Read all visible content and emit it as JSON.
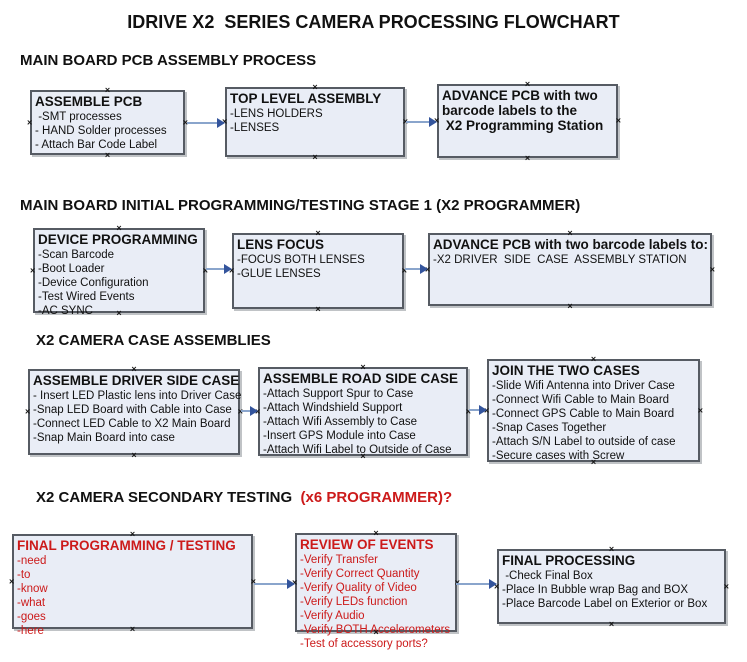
{
  "title": "IDRIVE X2  SERIES CAMERA PROCESSING FLOWCHART",
  "icons": {
    "anchor": "×",
    "arrowhead": "right-arrowhead"
  },
  "colors": {
    "box_fill": "#e9edf6",
    "box_border": "#565b63",
    "arrow_line": "#8aa5cc",
    "arrow_head": "#33549c",
    "red_text": "#cc1a1a",
    "black_text": "#111111"
  },
  "sections": [
    {
      "heading": "MAIN BOARD PCB ASSEMBLY PROCESS",
      "boxes": [
        {
          "title": "ASSEMBLE PCB",
          "lines": [
            " -SMT processes",
            "- HAND Solder processes",
            "- Attach Bar Code Label"
          ]
        },
        {
          "title": "TOP LEVEL ASSEMBLY",
          "lines": [
            "-LENS HOLDERS",
            "-LENSES"
          ]
        },
        {
          "title": "ADVANCE PCB with two\nbarcode labels to the\n X2 Programming Station",
          "lines": []
        }
      ]
    },
    {
      "heading": "MAIN BOARD INITIAL PROGRAMMING/TESTING STAGE 1 (X2 PROGRAMMER)",
      "boxes": [
        {
          "title": "DEVICE PROGRAMMING",
          "lines": [
            "-Scan Barcode",
            "-Boot Loader",
            "-Device Configuration",
            "-Test Wired Events",
            "-AC SYNC"
          ]
        },
        {
          "title": "LENS FOCUS",
          "lines": [
            "-FOCUS BOTH LENSES",
            "-GLUE LENSES"
          ]
        },
        {
          "title": "ADVANCE PCB with two barcode labels to:",
          "lines": [
            "-X2 DRIVER  SIDE  CASE  ASSEMBLY STATION"
          ]
        }
      ]
    },
    {
      "heading": "X2 CAMERA CASE ASSEMBLIES",
      "boxes": [
        {
          "title": "ASSEMBLE DRIVER SIDE CASE",
          "lines": [
            "- Insert LED Plastic lens into Driver Case",
            "-Snap LED Board with Cable into Case",
            "-Connect LED Cable to X2 Main Board",
            "-Snap Main Board into case"
          ]
        },
        {
          "title": "ASSEMBLE ROAD SIDE CASE",
          "lines": [
            "-Attach Support Spur to Case",
            "-Attach Windshield Support",
            "-Attach Wifi Assembly to Case",
            "-Insert GPS Module into Case",
            "-Attach Wifi Label to Outside of Case"
          ]
        },
        {
          "title": "JOIN THE TWO CASES",
          "lines": [
            "-Slide Wifi Antenna into Driver Case",
            "-Connect Wifi Cable to Main Board",
            "-Connect GPS Cable to Main Board",
            "-Snap Cases Together",
            "-Attach S/N Label to outside of case",
            "-Secure cases with Screw"
          ]
        }
      ]
    },
    {
      "heading": "X2 CAMERA SECONDARY TESTING ",
      "heading_red": " (x6 PROGRAMMER)?",
      "boxes": [
        {
          "title": "FINAL PROGRAMMING / TESTING",
          "lines": [
            "-need",
            "-to",
            "-know",
            "-what",
            "-goes",
            "-here"
          ]
        },
        {
          "title": "REVIEW OF EVENTS",
          "lines": [
            "-Verify Transfer",
            "-Verify Correct Quantity",
            "-Verify Quality of Video",
            "-Verify LEDs function",
            "-Verify Audio",
            "-Verify BOTH Accelerometers",
            "-Test of accessory ports?"
          ]
        },
        {
          "title": "FINAL PROCESSING",
          "lines": [
            " -Check Final Box",
            "-Place In Bubble wrap Bag and BOX",
            "-Place Barcode Label on Exterior or Box"
          ]
        }
      ]
    }
  ]
}
